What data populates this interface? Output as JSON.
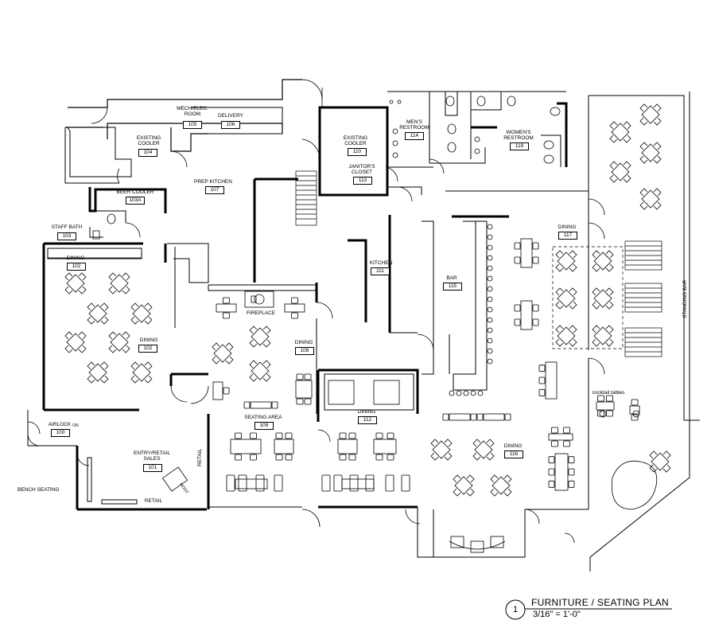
{
  "plan": {
    "title": "FURNITURE / SEATING PLAN",
    "scale": "3/16\" = 1'-0\"",
    "view_number": "1"
  },
  "rooms": {
    "mech": {
      "name": "MECH/ELEC.\nROOM",
      "number": "105"
    },
    "delivery": {
      "name": "DELIVERY",
      "number": "106"
    },
    "existing_cooler_104": {
      "name": "EXISTING\nCOOLER",
      "number": "104"
    },
    "prep_kitchen": {
      "name": "PREP KITCHEN",
      "number": "107"
    },
    "beer_cooler": {
      "name": "BEER COOLER",
      "number": "103A"
    },
    "staff_bath": {
      "name": "STAFF BATH",
      "number": "103"
    },
    "existing_cooler_110": {
      "name": "EXISTING\nCOOLER",
      "number": "110"
    },
    "janitors_closet": {
      "name": "JANITOR'S\nCLOSET",
      "number": "113"
    },
    "mens_restroom": {
      "name": "MEN'S\nRESTROOM",
      "number": "114"
    },
    "womens_restroom": {
      "name": "WOMEN'S\nRESTROOM",
      "number": "119"
    },
    "dining_102_top": {
      "name": "DINING",
      "number": "102"
    },
    "dining_102": {
      "name": "DINING",
      "number": "102"
    },
    "kitchen": {
      "name": "KITCHEN",
      "number": "111"
    },
    "bar": {
      "name": "BAR",
      "number": "115"
    },
    "dining_117": {
      "name": "DINING",
      "number": "117"
    },
    "fireplace": {
      "name": "FIREPLACE"
    },
    "dining_108": {
      "name": "DINING",
      "number": "108"
    },
    "seating_area": {
      "name": "SEATING AREA",
      "number": "109"
    },
    "dining_112": {
      "name": "DINING",
      "number": "112"
    },
    "airlock": {
      "name": "AIRLOCK",
      "number": "100"
    },
    "entry_retail": {
      "name": "ENTRY/RETAIL\nSALES",
      "number": "101"
    },
    "dining_116": {
      "name": "DINING",
      "number": "116"
    }
  },
  "annotations": {
    "cocktail_tables": "cocktail tables",
    "standing_bar": "STANDING BAR",
    "retail_vertical": "RETAIL",
    "retail_bottom": "RETAIL",
    "bench_seating": "BENCH SEATING",
    "host": "HOST",
    "airlock_on": "ON"
  }
}
